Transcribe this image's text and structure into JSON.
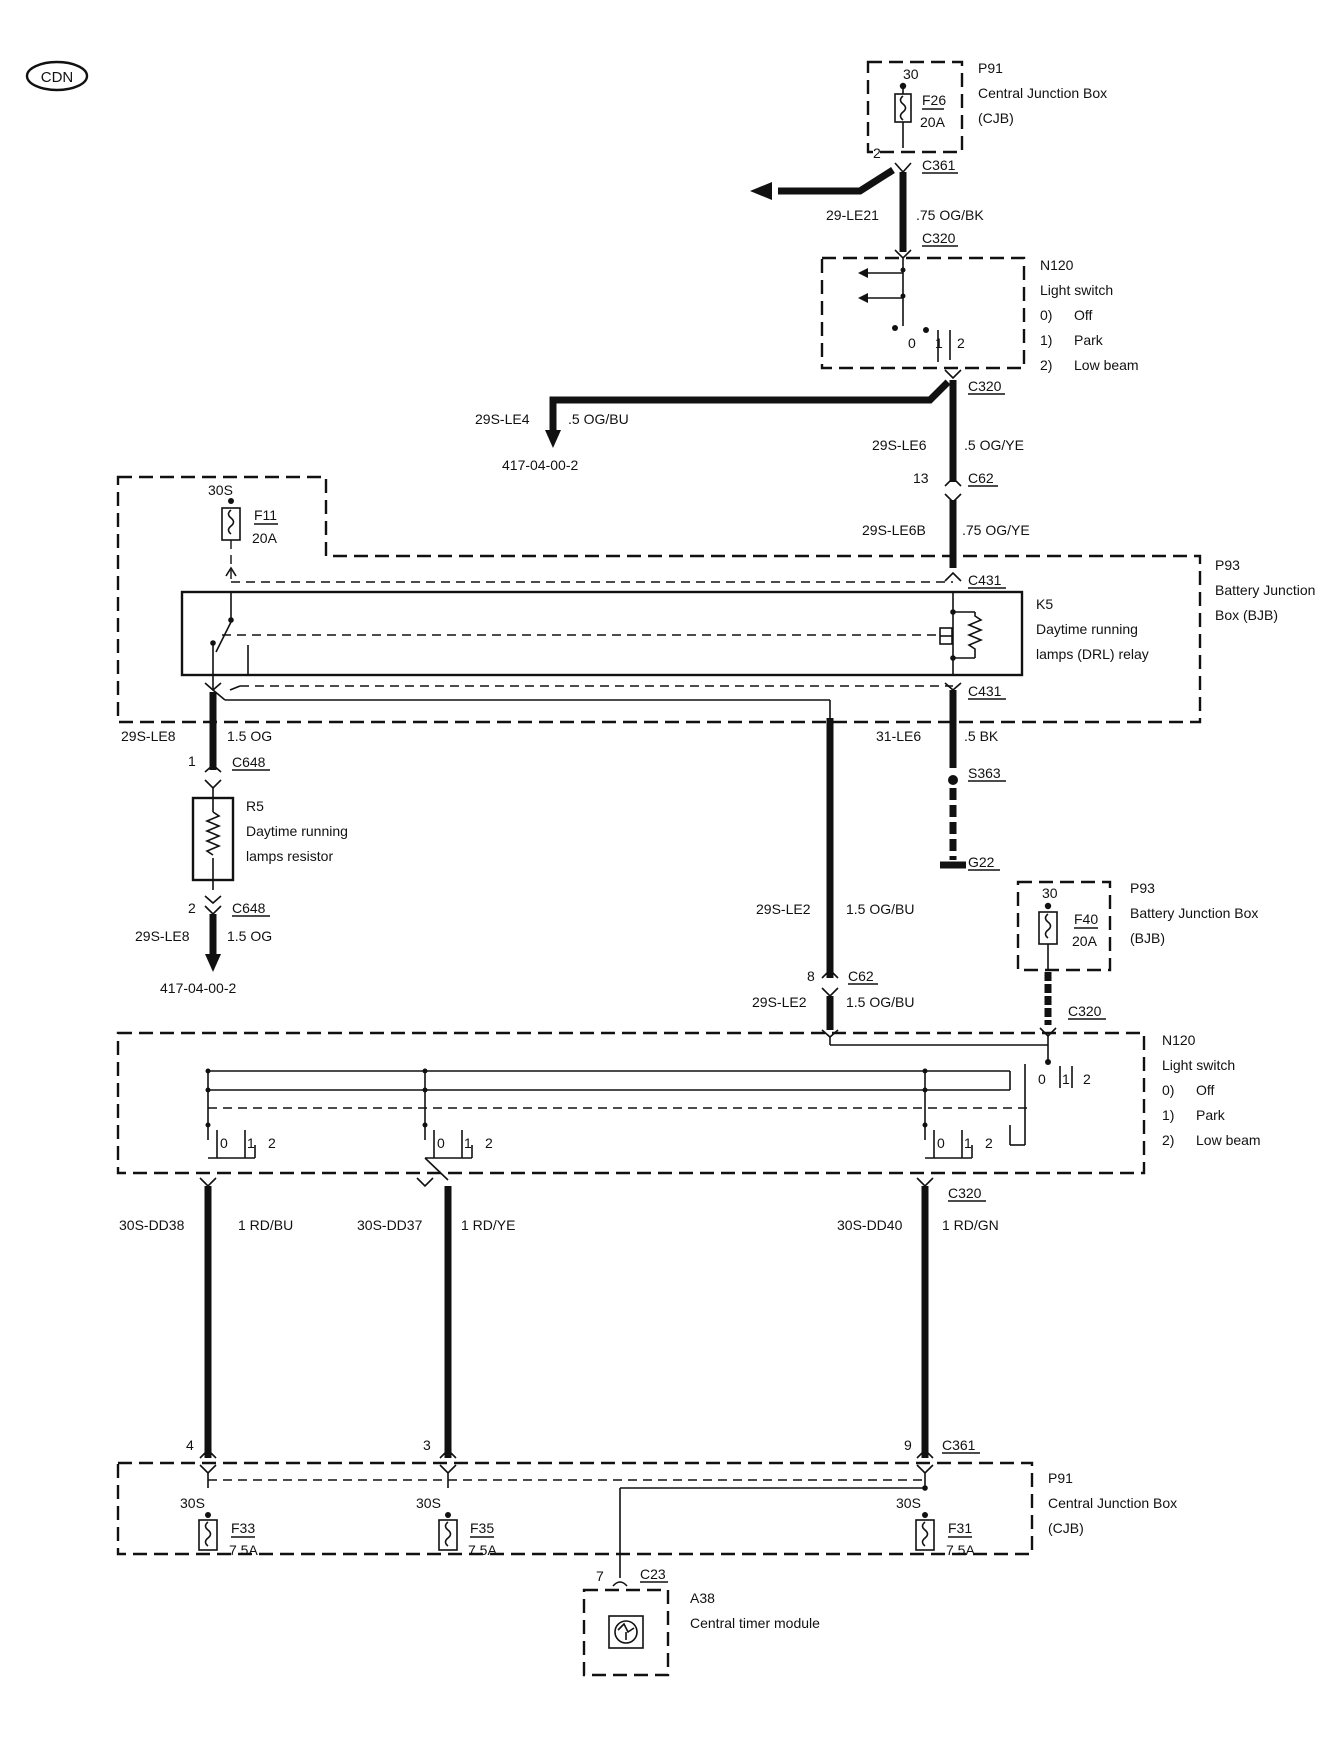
{
  "region_badge": "CDN",
  "components": {
    "p91_top": {
      "id": "P91",
      "name": "Central Junction Box",
      "abbr": "(CJB)",
      "fuse": "F26",
      "rating": "20A",
      "terminal": "30"
    },
    "n120_top": {
      "id": "N120",
      "name": "Light switch",
      "pos0": "0)",
      "pos0_label": "Off",
      "pos1": "1)",
      "pos1_label": "Park",
      "pos2": "2)",
      "pos2_label": "Low beam"
    },
    "p93_mid": {
      "id": "P93",
      "name1": "Battery Junction",
      "name2": "Box (BJB)",
      "fuse": "F11",
      "rating": "20A",
      "terminal": "30S"
    },
    "k5": {
      "id": "K5",
      "name1": "Daytime running",
      "name2": "lamps (DRL) relay"
    },
    "r5": {
      "id": "R5",
      "name1": "Daytime running",
      "name2": "lamps resistor"
    },
    "p93_right": {
      "id": "P93",
      "name": "Battery Junction Box",
      "abbr": "(BJB)",
      "fuse": "F40",
      "rating": "20A",
      "terminal": "30"
    },
    "n120_bottom": {
      "id": "N120",
      "name": "Light switch",
      "pos0": "0)",
      "pos0_label": "Off",
      "pos1": "1)",
      "pos1_label": "Park",
      "pos2": "2)",
      "pos2_label": "Low beam"
    },
    "p91_bottom": {
      "id": "P91",
      "name": "Central Junction Box",
      "abbr": "(CJB)",
      "fuses": [
        {
          "terminal": "30S",
          "fuse": "F33",
          "rating": "7.5A"
        },
        {
          "terminal": "30S",
          "fuse": "F35",
          "rating": "7.5A"
        },
        {
          "terminal": "30S",
          "fuse": "F31",
          "rating": "7.5A"
        }
      ]
    },
    "a38": {
      "id": "A38",
      "name": "Central timer module"
    }
  },
  "connectors": {
    "c361_top": "C361",
    "c320_a": "C320",
    "c320_b": "C320",
    "c62_a": "C62",
    "c431_a": "C431",
    "c431_b": "C431",
    "c648_a": "C648",
    "c648_b": "C648",
    "s363": "S363",
    "g22": "G22",
    "c62_b": "C62",
    "c320_c": "C320",
    "c320_d": "C320",
    "c361_bottom": "C361",
    "c23": "C23"
  },
  "pins": {
    "p2_c361": "2",
    "p13_c62": "13",
    "p1_c648": "1",
    "p2_c648": "2",
    "p8_c62": "8",
    "p4_c361": "4",
    "p3_c361": "3",
    "p9_c361": "9",
    "p7_c23": "7"
  },
  "wires": {
    "le21": {
      "circuit": "29-LE21",
      "spec": ".75 OG/BK"
    },
    "le4": {
      "circuit": "29S-LE4",
      "spec": ".5 OG/BU",
      "ref": "417-04-00-2"
    },
    "le6": {
      "circuit": "29S-LE6",
      "spec": ".5 OG/YE"
    },
    "le6b": {
      "circuit": "29S-LE6B",
      "spec": ".75 OG/YE"
    },
    "le8_top": {
      "circuit": "29S-LE8",
      "spec": "1.5 OG"
    },
    "le8_bottom": {
      "circuit": "29S-LE8",
      "spec": "1.5 OG",
      "ref": "417-04-00-2"
    },
    "le6_gnd": {
      "circuit": "31-LE6",
      "spec": ".5 BK"
    },
    "le2_top": {
      "circuit": "29S-LE2",
      "spec": "1.5 OG/BU"
    },
    "le2_bottom": {
      "circuit": "29S-LE2",
      "spec": "1.5 OG/BU"
    },
    "dd38": {
      "circuit": "30S-DD38",
      "spec": "1 RD/BU"
    },
    "dd37": {
      "circuit": "30S-DD37",
      "spec": "1 RD/YE"
    },
    "dd40": {
      "circuit": "30S-DD40",
      "spec": "1 RD/GN"
    }
  },
  "switch_positions": {
    "s0": "0",
    "s1": "1",
    "s2": "2"
  }
}
